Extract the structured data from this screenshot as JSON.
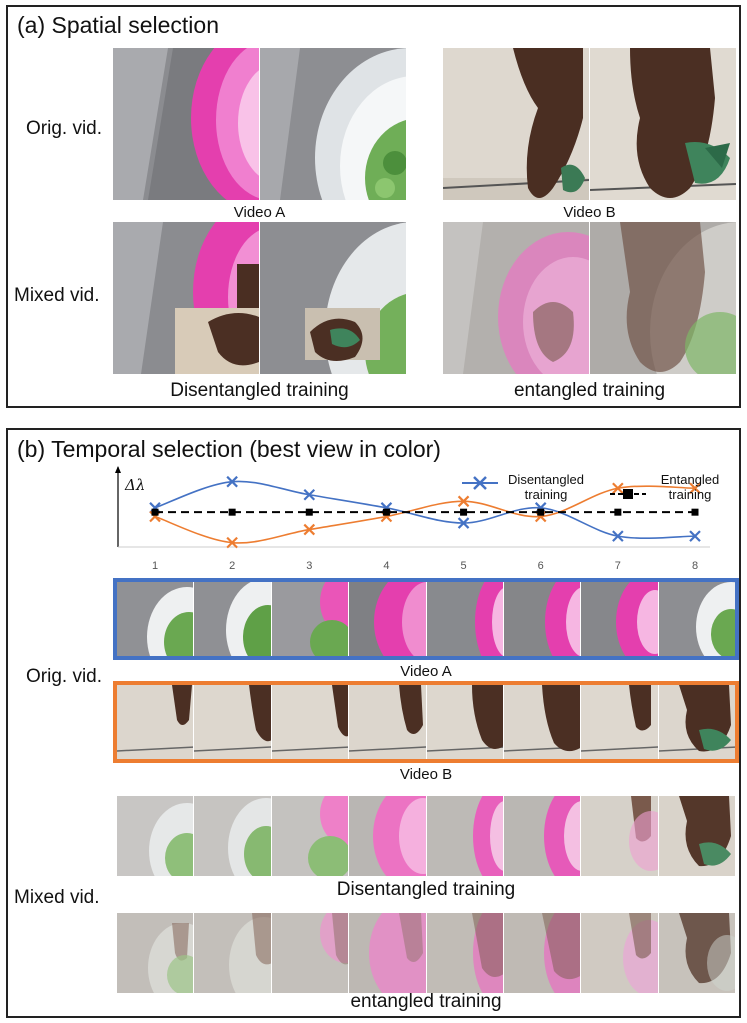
{
  "panel_a": {
    "title": "(a) Spatial selection",
    "row_orig_label": "Orig. vid.",
    "row_mixed_label": "Mixed vid.",
    "video_a_caption": "Video A",
    "video_b_caption": "Video B",
    "disentangled_caption": "Disentangled training",
    "entangled_caption": "entangled training"
  },
  "panel_b": {
    "title": "(b) Temporal selection (best view in color)",
    "orig_label": "Orig. vid.",
    "mixed_label": "Mixed vid.",
    "video_a_caption": "Video A",
    "video_b_caption": "Video B",
    "disentangled_caption": "Disentangled training",
    "entangled_caption": "entangled training",
    "video_a_border_color": "#4472C4",
    "video_b_border_color": "#ED7D31"
  },
  "chart_data": {
    "type": "line",
    "ylabel": "Δλ",
    "xlabel": "",
    "x": [
      1,
      2,
      3,
      4,
      5,
      6,
      7,
      8
    ],
    "legend_placement": "top-right",
    "series": [
      {
        "name": "Disentangled training",
        "color": "#4472C4",
        "marker": "x",
        "values": [
          0.1,
          0.7,
          0.4,
          0.1,
          -0.25,
          0.1,
          -0.55,
          -0.55
        ]
      },
      {
        "name": "",
        "color": "#ED7D31",
        "marker": "x",
        "values": [
          -0.1,
          -0.7,
          -0.4,
          -0.1,
          0.25,
          -0.1,
          0.55,
          0.55
        ]
      },
      {
        "name": "Entangled training",
        "color": "#000000",
        "marker": "square",
        "dashed": true,
        "values": [
          0,
          0,
          0,
          0,
          0,
          0,
          0,
          0
        ]
      }
    ],
    "ylim": [
      -0.8,
      0.9
    ]
  }
}
